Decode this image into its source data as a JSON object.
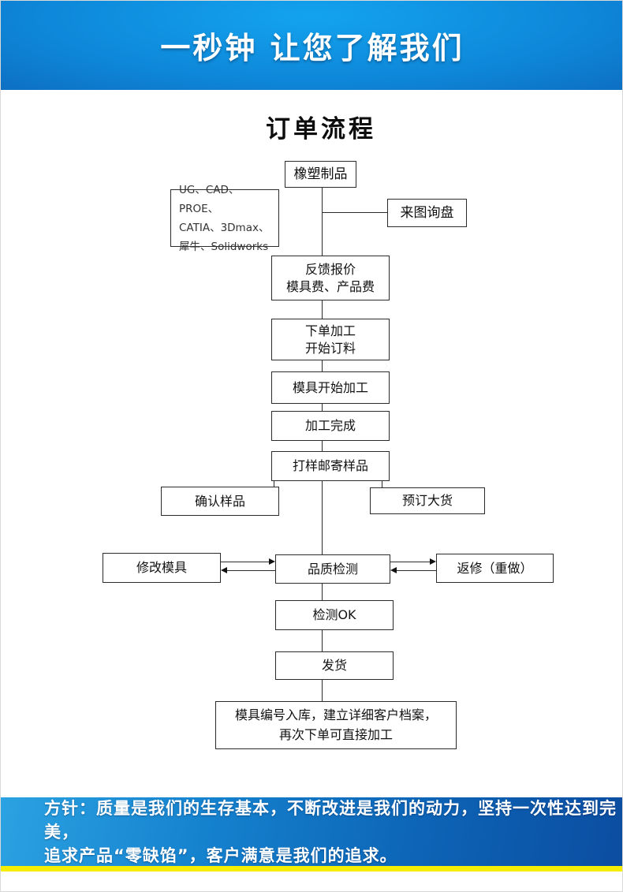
{
  "header": {
    "title": "一秒钟 让您了解我们"
  },
  "flow": {
    "title": "订单流程",
    "nodes": {
      "product": {
        "label": "橡塑制品"
      },
      "software": {
        "line1": "UG、CAD、PROE、",
        "line2": "CATIA、3Dmax、",
        "line3": "犀牛、Solidworks"
      },
      "inquiry": {
        "label": "来图询盘"
      },
      "quote": {
        "line1": "反馈报价",
        "line2": "模具费、产品费"
      },
      "order": {
        "line1": "下单加工",
        "line2": "开始订料"
      },
      "mold_start": {
        "label": "模具开始加工"
      },
      "process_done": {
        "label": "加工完成"
      },
      "sample": {
        "label": "打样邮寄样品"
      },
      "confirm_sample": {
        "label": "确认样品"
      },
      "bulk_order": {
        "label": "预订大货"
      },
      "modify_mold": {
        "label": "修改模具"
      },
      "qc": {
        "label": "品质检测"
      },
      "rework": {
        "label": "返修（重做）"
      },
      "inspection_ok": {
        "label": "检测OK"
      },
      "ship": {
        "label": "发货"
      },
      "archive": {
        "line1": "模具编号入库，建立详细客户档案，",
        "line2": "再次下单可直接加工"
      }
    }
  },
  "footer": {
    "line1": "方针：质量是我们的生存基本，不断改进是我们的动力，坚持一次性达到完美，",
    "line2": "追求产品“零缺馅”，客户满意是我们的追求。"
  },
  "colors": {
    "header_blue": "#0e86d8",
    "header_blue_dark": "#093a7e",
    "footer_blue_light": "#2ba2e2",
    "footer_blue_dark": "#0b4da1",
    "footer_stripe_yellow": "#f5ee00",
    "line_black": "#2b2b2b"
  }
}
